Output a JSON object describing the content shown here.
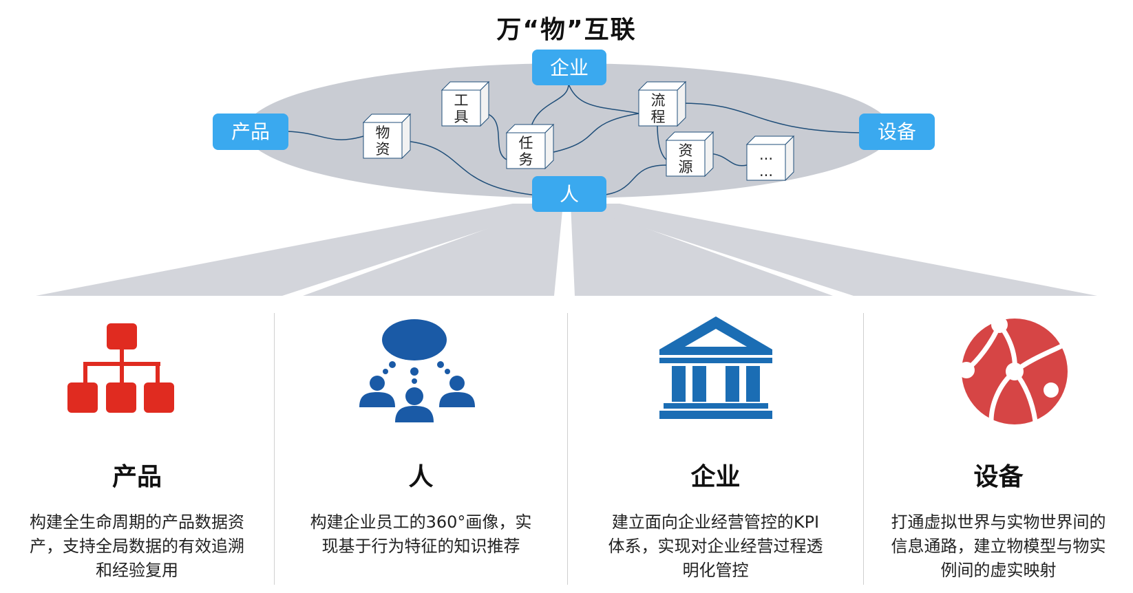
{
  "title": "万“物”互联",
  "network": {
    "pills": {
      "enterprise": "企业",
      "product": "产品",
      "equipment": "设备",
      "people": "人"
    },
    "cubes": {
      "materials": [
        "物",
        "资"
      ],
      "tools": [
        "工",
        "具"
      ],
      "tasks": [
        "任",
        "务"
      ],
      "process": [
        "流",
        "程"
      ],
      "resources": [
        "资",
        "源"
      ],
      "more": [
        "...",
        "..."
      ]
    }
  },
  "columns": [
    {
      "icon": "org-chart-icon",
      "title": "产品",
      "desc": [
        "构建全生命周期的产品数据资",
        "产，支持全局数据的有效追溯",
        "和经验复用"
      ]
    },
    {
      "icon": "people-thought-icon",
      "title": "人",
      "desc": [
        "构建企业员工的360°画像，实",
        "现基于行为特征的知识推荐"
      ]
    },
    {
      "icon": "institution-building-icon",
      "title": "企业",
      "desc": [
        "建立面向企业经营管控的KPI",
        "体系，实现对企业经营过程透",
        "明化管控"
      ]
    },
    {
      "icon": "network-globe-icon",
      "title": "设备",
      "desc": [
        "打通虚拟世界与实物世界间的",
        "信息通路，建立物模型与物实",
        "例间的虚实映射"
      ]
    }
  ],
  "colors": {
    "pill": "#3aa9ef",
    "ellipse": "#c9ccd3",
    "road": "#d3d5db",
    "line": "#1f4e79",
    "product_icon": "#e02b20",
    "people_icon": "#1a5aa6",
    "building_icon": "#1b6db4",
    "globe_icon": "#d64545"
  }
}
